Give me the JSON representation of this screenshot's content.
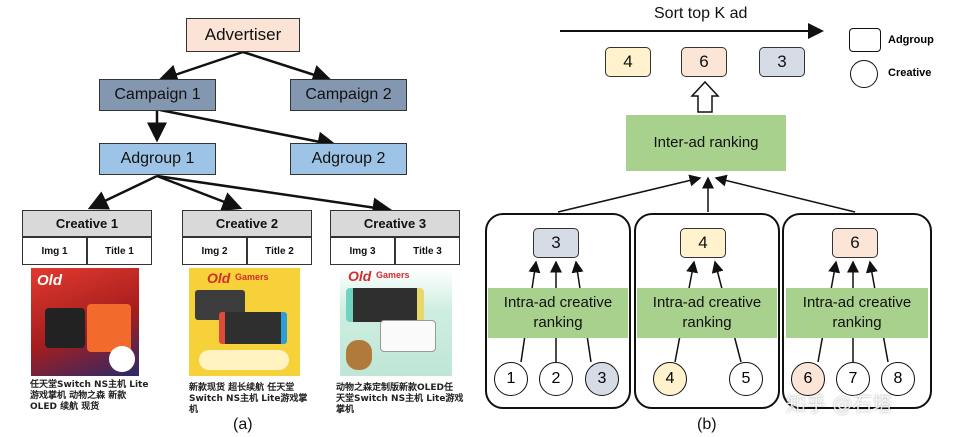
{
  "left": {
    "advertiser": "Advertiser",
    "campaign1": "Campaign 1",
    "campaign2": "Campaign 2",
    "adgroup1": "Adgroup  1",
    "adgroup2": "Adgroup 2",
    "creatives": [
      {
        "title": "Creative  1",
        "img": "Img 1",
        "ttl": "Title  1",
        "caption": "任天堂Switch NS主机 Lite 游戏掌机 动物之森 新款 OLED 续航 现货",
        "brand": "Old",
        "colors": [
          "#d9302e",
          "#6b1a1a"
        ]
      },
      {
        "title": "Creative  2",
        "img": "Img 2",
        "ttl": "Title  2",
        "caption": "新款现货 超长续航 任天堂 Switch NS主机 Lite游戏掌 机",
        "brand": "Old",
        "colors": [
          "#f3c33a",
          "#c4412e"
        ]
      },
      {
        "title": "Creative  3",
        "img": "Img 3",
        "ttl": "Title  3",
        "caption": "动物之森定制版新款OLED任 天堂Switch NS主机 Lite游戏 掌机",
        "brand": "Old",
        "colors": [
          "#bfe6d6",
          "#f0f0f0"
        ]
      }
    ],
    "brand_sub": "Gamers",
    "caption_a": "(a)"
  },
  "right": {
    "sort_label": "Sort top K ad",
    "top_ads": [
      "4",
      "6",
      "3"
    ],
    "legend_adgroup": "Adgroup",
    "legend_creative": "Creative",
    "inter_ad": "Inter-ad ranking",
    "groups": [
      {
        "ad": "3",
        "ranking": "Intra-ad creative ranking",
        "circles": [
          "1",
          "2",
          "3"
        ]
      },
      {
        "ad": "4",
        "ranking": "Intra-ad creative ranking",
        "circles": [
          "4",
          "5"
        ]
      },
      {
        "ad": "6",
        "ranking": "Intra-ad creative ranking",
        "circles": [
          "6",
          "7",
          "8"
        ]
      }
    ],
    "caption_b": "(b)",
    "watermark": "知乎 @石塔"
  },
  "colors": {
    "ad3": "#d6dce5",
    "ad4": "#fff2cc",
    "ad6": "#fbe5d6",
    "green": "#a9d18e"
  }
}
